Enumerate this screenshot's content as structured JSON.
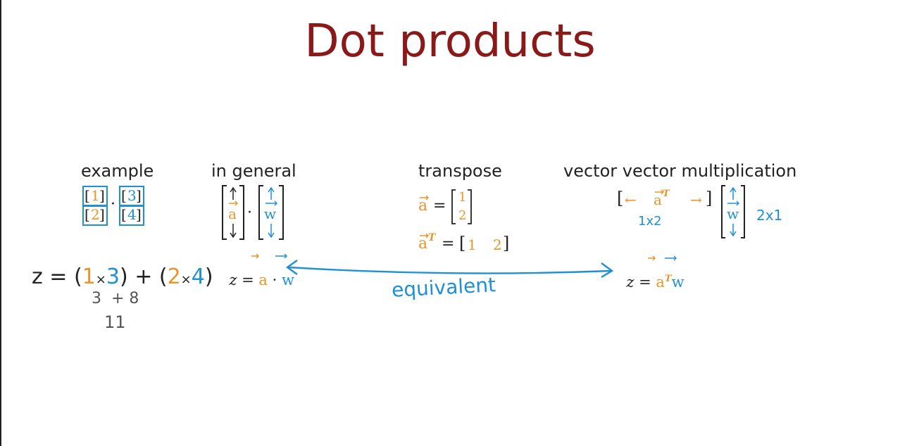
{
  "slide": {
    "title": "Dot products",
    "colors": {
      "title": "#8a1a1a",
      "orange": "#e8952a",
      "blue": "#1e90d8",
      "ink": "#222222"
    }
  },
  "example": {
    "heading": "example",
    "vec_a": [
      "1",
      "2"
    ],
    "vec_w": [
      "3",
      "4"
    ],
    "dot": "·",
    "z_eq": "z = (",
    "a1": "1",
    "times1": "×",
    "w1": "3",
    "plus_paren": ") + (",
    "a2": "2",
    "times2": "×",
    "w2": "4",
    "close_paren": ")",
    "sum_line": "3  + 8",
    "result": "11"
  },
  "general": {
    "heading": "in general",
    "a_label": "a",
    "w_label": "w",
    "dot": "·",
    "z_prefix": "z = ",
    "z_a": "a",
    "z_dot": " · ",
    "z_w": "w"
  },
  "transpose": {
    "heading": "transpose",
    "a_label": "a",
    "eq": "=",
    "col": [
      "1",
      "2"
    ],
    "aT_label": "a",
    "aT_sup": "T",
    "eq2": "=",
    "row": [
      "1",
      "2"
    ]
  },
  "vvm": {
    "heading": "vector vector multiplication",
    "left_arrow": "←",
    "aT_label": "a",
    "aT_sup": "T",
    "right_arrow": "→",
    "dim_row": "1x2",
    "w_label": "w",
    "dim_col": "2x1",
    "z_prefix": "z = ",
    "z_a": "a",
    "z_sup": "T",
    "z_w": "w"
  },
  "annotation": {
    "equivalent": "equivalent"
  }
}
